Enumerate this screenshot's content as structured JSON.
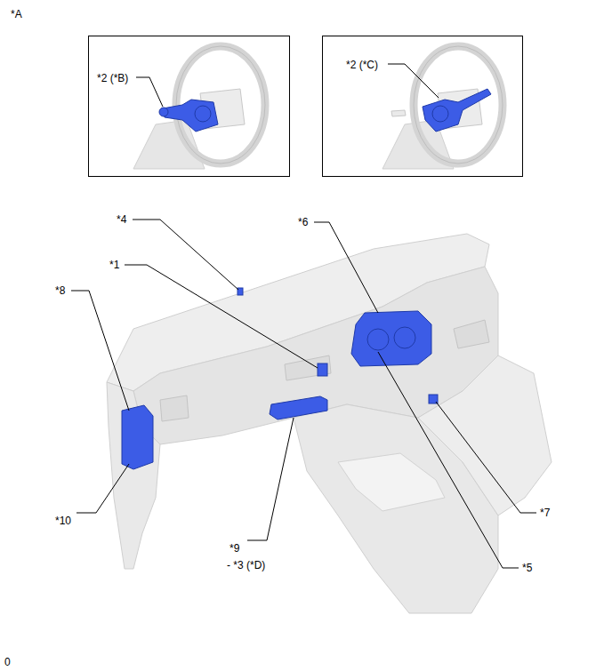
{
  "diagram": {
    "nodes": [
      {
        "text": [
          "*2 (*B)"
        ]
      },
      {
        "text": [
          "*2 (*C)"
        ]
      }
    ],
    "labels": [
      "*A",
      "*4",
      "*6",
      "*1",
      "*8",
      "*10",
      "*9",
      "- *3 (*D)",
      "*7",
      "*5",
      "0"
    ]
  }
}
